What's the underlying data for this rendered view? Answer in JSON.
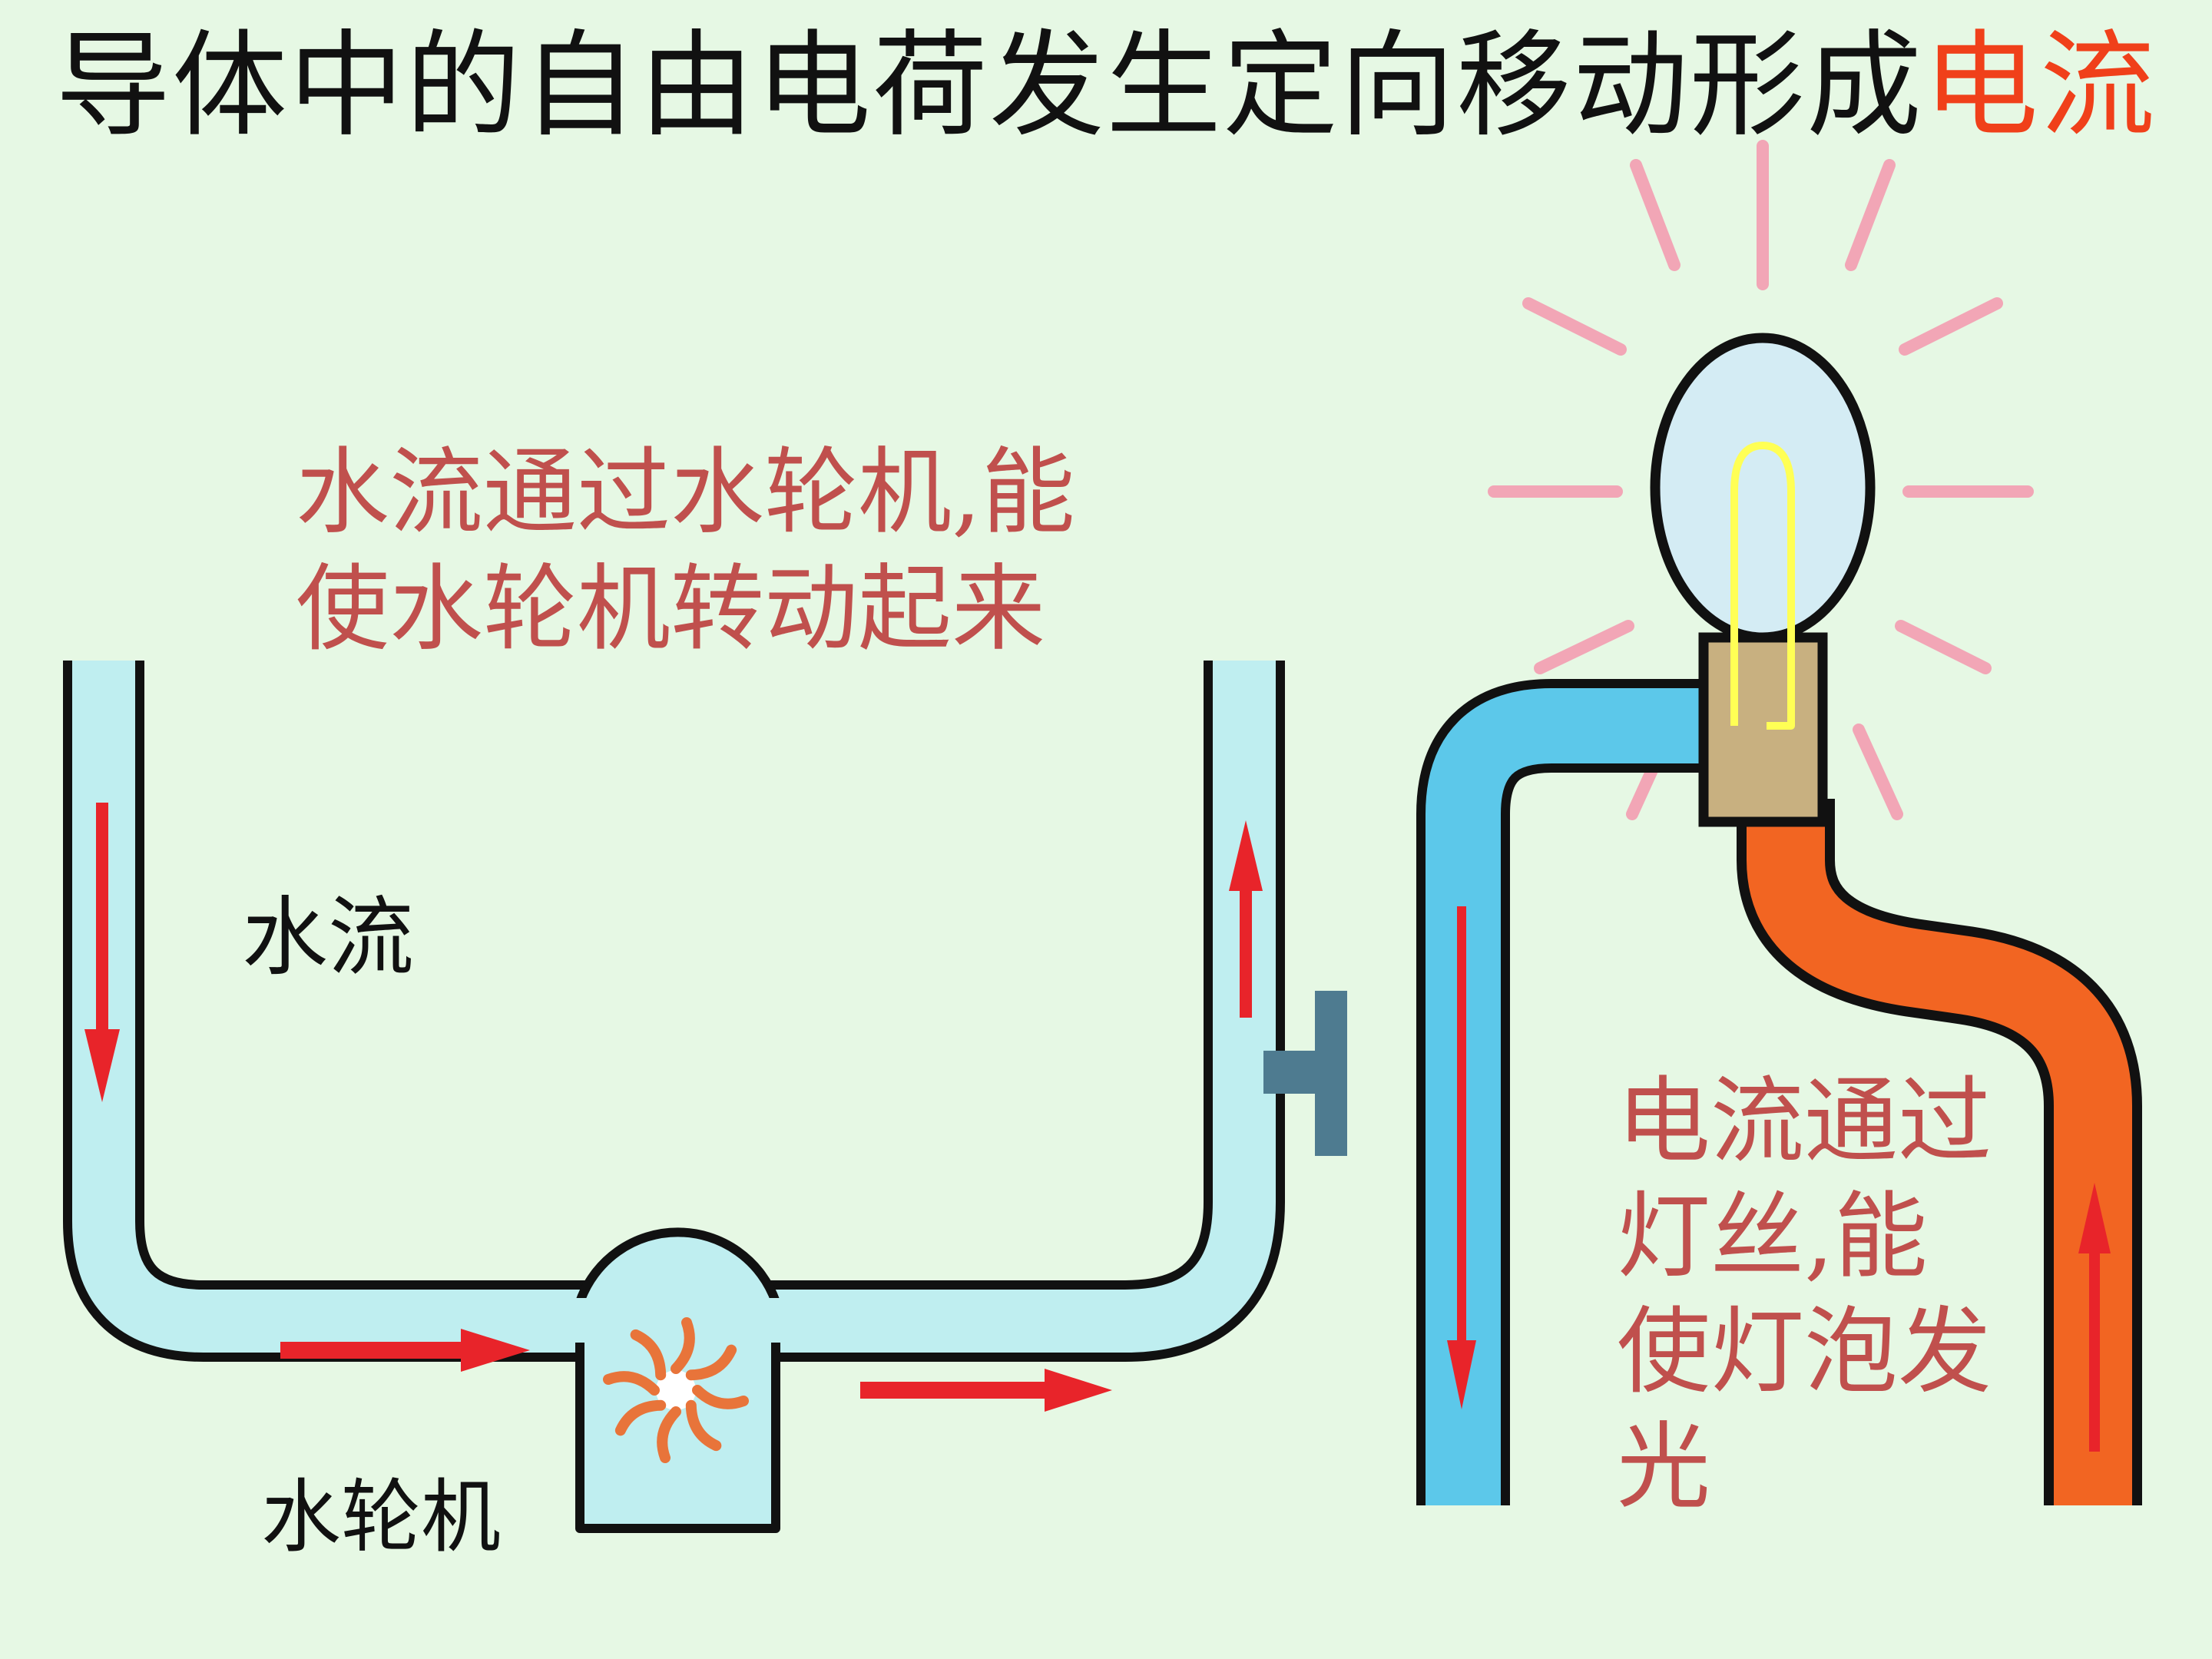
{
  "title": {
    "main": "导体中的自由电荷发生定向移动形成",
    "highlight": "电流"
  },
  "labels": {
    "water_note_line1": "水流通过水轮机,能",
    "water_note_line2": "使水轮机转动起来",
    "water_flow": "水流",
    "turbine": "水轮机",
    "current_note_line1": "电流通过",
    "current_note_line2": "灯丝,能",
    "current_note_line3": "使灯泡发",
    "current_note_line4": "光"
  },
  "colors": {
    "background": "#e6f8e4",
    "water_pipe": "#bfeef0",
    "water_pipe_right": "#5cc8ea",
    "current_wire": "#f26522",
    "arrow": "#e8242a",
    "note_text": "#c0504d",
    "title_highlight": "#f0401a",
    "valve": "#4e7b90",
    "bulb_glass": "#d4ecf4",
    "filament": "#ffff55",
    "bulb_base": "#c8b080",
    "rays": "#f2a6b6"
  },
  "icons": {
    "turbine": "turbine-icon",
    "bulb": "light-bulb-icon",
    "valve": "valve-icon"
  }
}
